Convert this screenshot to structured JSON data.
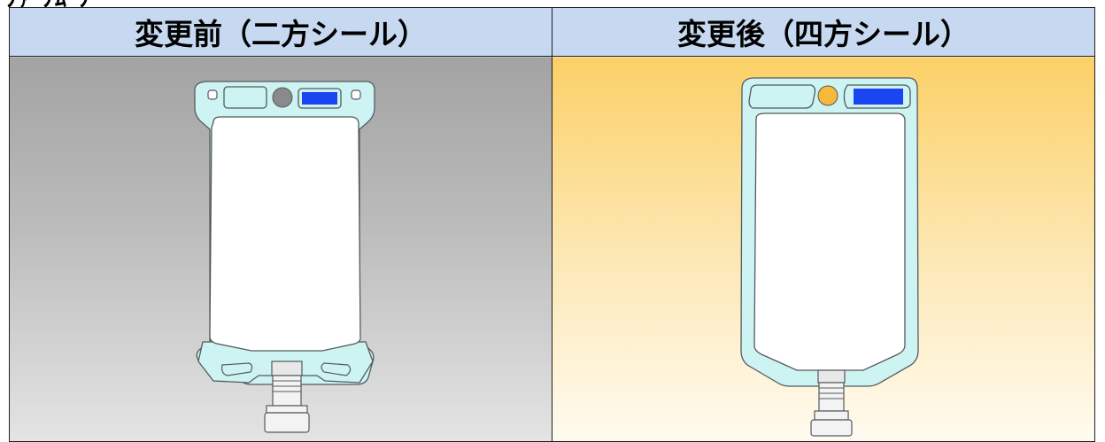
{
  "header_fragment": "ﾌｧ ﾌﾑ ﾌﾟ",
  "table": {
    "columns": [
      {
        "label": "変更前（二方シール）",
        "seal_type": "二方シール",
        "panel_color": "#bcbcbc",
        "accent_circle_color": "#8a8a8a"
      },
      {
        "label": "変更後（四方シール）",
        "seal_type": "四方シール",
        "panel_color": "#fce7b2",
        "accent_circle_color": "#f6b93b"
      }
    ]
  },
  "colors": {
    "header_bg": "#c6d9f1",
    "bag_seal": "#cdf3f2",
    "bag_body": "#ffffff",
    "label_blue": "#1b45f0",
    "outline": "#555a5e"
  }
}
